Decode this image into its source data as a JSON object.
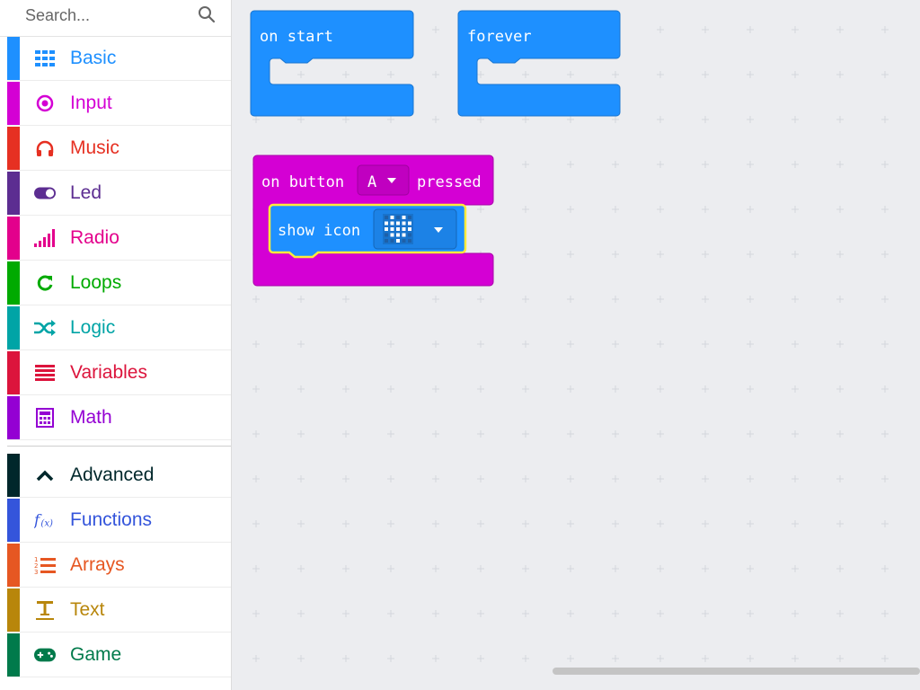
{
  "search": {
    "placeholder": "Search..."
  },
  "categories": [
    {
      "label": "Basic",
      "color": "#1e90ff",
      "icon": "grid-icon"
    },
    {
      "label": "Input",
      "color": "#d400d4",
      "icon": "target-icon"
    },
    {
      "label": "Music",
      "color": "#e63022",
      "icon": "headphones-icon"
    },
    {
      "label": "Led",
      "color": "#5c2d91",
      "icon": "toggle-icon"
    },
    {
      "label": "Radio",
      "color": "#e3008c",
      "icon": "signal-bars-icon"
    },
    {
      "label": "Loops",
      "color": "#00aa00",
      "icon": "loop-icon"
    },
    {
      "label": "Logic",
      "color": "#00a4a6",
      "icon": "shuffle-icon"
    },
    {
      "label": "Variables",
      "color": "#dc143c",
      "icon": "list-lines-icon"
    },
    {
      "label": "Math",
      "color": "#9400d3",
      "icon": "calculator-icon"
    }
  ],
  "advanced": [
    {
      "label": "Advanced",
      "color": "#00272b",
      "icon": "chevron-up-icon"
    },
    {
      "label": "Functions",
      "color": "#3455db",
      "icon": "function-icon"
    },
    {
      "label": "Arrays",
      "color": "#e65722",
      "icon": "numbered-list-icon"
    },
    {
      "label": "Text",
      "color": "#b8860b",
      "icon": "text-icon"
    },
    {
      "label": "Game",
      "color": "#007a4b",
      "icon": "gamepad-icon"
    }
  ],
  "blocks": {
    "on_start": {
      "label": "on start",
      "color": "#1e90ff"
    },
    "forever": {
      "label": "forever",
      "color": "#1e90ff"
    },
    "on_button": {
      "prefix": "on button",
      "button": "A",
      "suffix": "pressed",
      "color": "#d400d4"
    },
    "show_icon": {
      "label": "show icon",
      "color": "#1e90ff",
      "highlight": "#ffeb3b"
    }
  }
}
